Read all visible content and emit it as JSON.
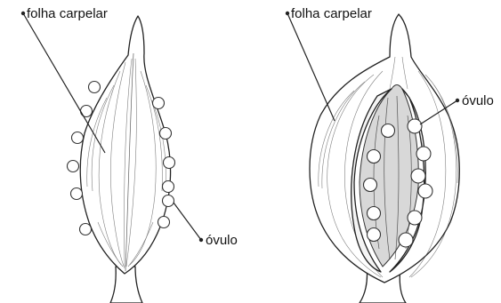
{
  "figure": {
    "left_panel": {
      "label_carpel": "folha carpelar",
      "label_ovule": "óvulo"
    },
    "right_panel": {
      "label_carpel": "folha carpelar",
      "label_ovule": "óvulo"
    }
  }
}
